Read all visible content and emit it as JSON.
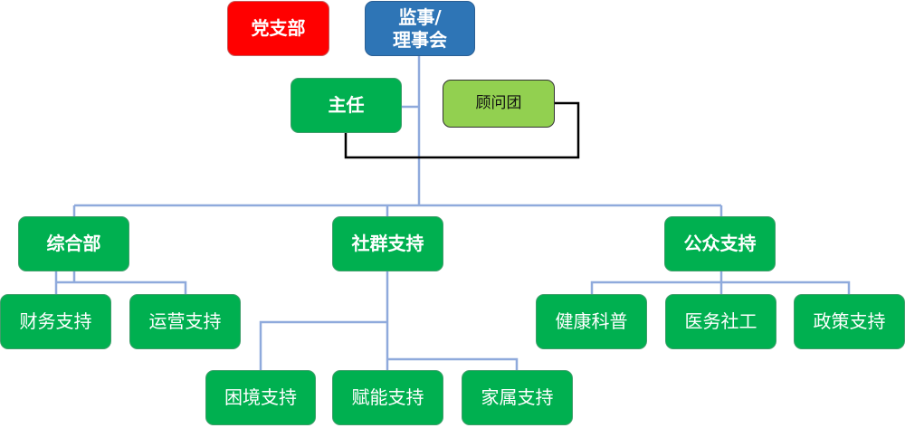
{
  "diagram": {
    "colors": {
      "party": "#ff0000",
      "board": "#2e75b6",
      "department": "#00b050",
      "advisor": "#92d050",
      "connector": "#8faadc",
      "advisor_connector": "#000000"
    },
    "nodes": {
      "party_branch": "党支部",
      "board": "监事/\n理事会",
      "director": "主任",
      "advisory_group": "顾问团",
      "general_dept": "综合部",
      "community_support": "社群支持",
      "public_support": "公众支持",
      "finance_support": "财务支持",
      "operations_support": "运营支持",
      "hardship_support": "困境支持",
      "empowerment_support": "赋能支持",
      "family_support": "家属支持",
      "health_education": "健康科普",
      "medical_social_work": "医务社工",
      "policy_support": "政策支持"
    }
  }
}
